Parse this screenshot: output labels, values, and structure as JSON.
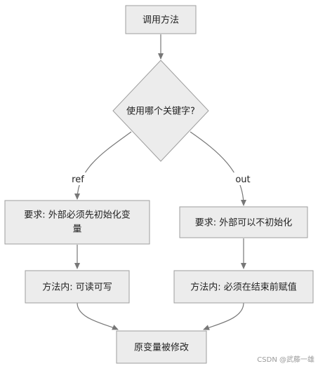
{
  "nodes": {
    "start": "调用方法",
    "decision": "使用哪个关键字?",
    "ref_req_line1": "要求: 外部必须先初始化变",
    "ref_req_line2": "量",
    "out_req": "要求: 外部可以不初始化",
    "ref_inside": "方法内: 可读可写",
    "out_inside": "方法内: 必须在结束前赋值",
    "end": "原变量被修改"
  },
  "edges": {
    "ref_label": "ref",
    "out_label": "out"
  },
  "watermark": "CSDN @武藤一雄",
  "colors": {
    "node_fill": "#ececec",
    "node_stroke": "#9e9e9e",
    "edge": "#777777"
  }
}
